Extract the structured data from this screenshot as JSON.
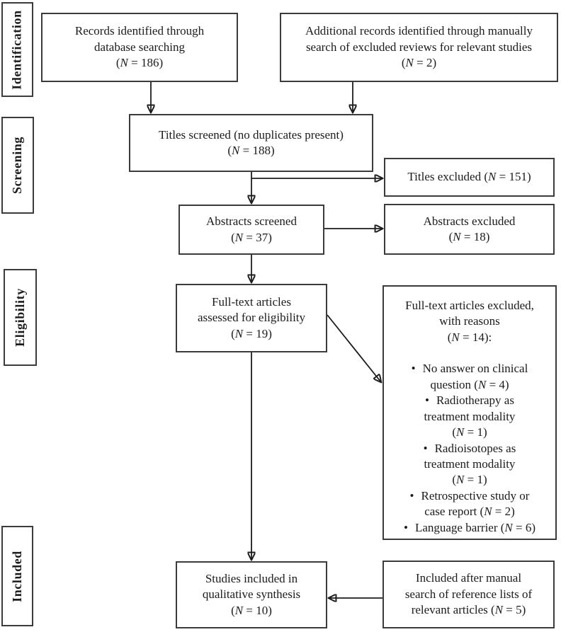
{
  "figure": {
    "type": "prisma-flow-diagram"
  },
  "sidebar": {
    "stages": [
      {
        "label": "Identification"
      },
      {
        "label": "Screening"
      },
      {
        "label": "Eligibility"
      },
      {
        "label": "Included"
      }
    ]
  },
  "boxes": {
    "records": {
      "lines": [
        "Records identified through",
        "database searching",
        "(N = 186)"
      ]
    },
    "additional": {
      "lines": [
        "Additional records identified through manually",
        "search of excluded reviews for relevant studies",
        "(N = 2)"
      ]
    },
    "titles_screened": {
      "lines": [
        "Titles screened (no duplicates present)",
        "(N = 188)"
      ]
    },
    "titles_excluded": {
      "lines": [
        "Titles excluded (N = 151)"
      ]
    },
    "abstracts_screened": {
      "lines": [
        "Abstracts screened",
        "(N = 37)"
      ]
    },
    "abstracts_excluded": {
      "lines": [
        "Abstracts excluded",
        "(N = 18)"
      ]
    },
    "fulltext_assessed": {
      "lines": [
        "Full-text articles",
        "assessed for eligibility",
        "(N = 19)"
      ]
    },
    "fulltext_excluded": {
      "header_lines": [
        "Full-text articles excluded,",
        "with reasons",
        "(N = 14):"
      ],
      "bullet": "•",
      "reasons": [
        {
          "lines": [
            "No answer on clinical",
            "question (N = 4)"
          ]
        },
        {
          "lines": [
            "Radiotherapy as",
            "treatment modality",
            "(N = 1)"
          ]
        },
        {
          "lines": [
            "Radioisotopes as",
            "treatment modality",
            "(N = 1)"
          ]
        },
        {
          "lines": [
            "Retrospective study or",
            "case report (N = 2)"
          ]
        },
        {
          "lines": [
            "Language barrier (N = 6)"
          ]
        }
      ]
    },
    "studies_included": {
      "lines": [
        "Studies included in",
        "qualitative synthesis",
        "(N = 10)"
      ]
    },
    "included_manual": {
      "lines": [
        "Included after manual",
        "search of reference lists of",
        "relevant articles (N = 5)"
      ]
    }
  }
}
